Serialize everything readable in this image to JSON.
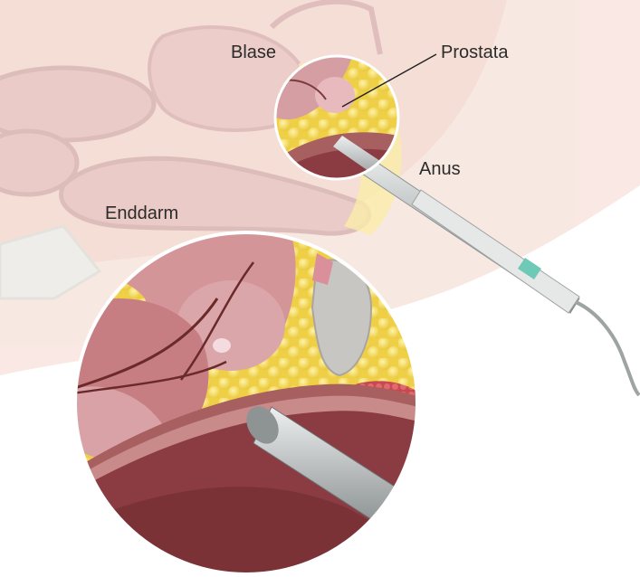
{
  "labels": {
    "bladder": "Blase",
    "prostate": "Prostata",
    "anus": "Anus",
    "rectum": "Enddarm"
  },
  "colors": {
    "skin": "#f4d6cc",
    "skin_shadow": "#e9bcb0",
    "fat": "#f6df63",
    "organ_pink": "#c98a8a",
    "prostate": "#d59ea3",
    "rectum_wall": "#a85f5f",
    "rectum_inner": "#8a3c42",
    "probe_metal": "#b9bdbd",
    "probe_accent": "#6ec9b6",
    "background": "#ffffff"
  }
}
